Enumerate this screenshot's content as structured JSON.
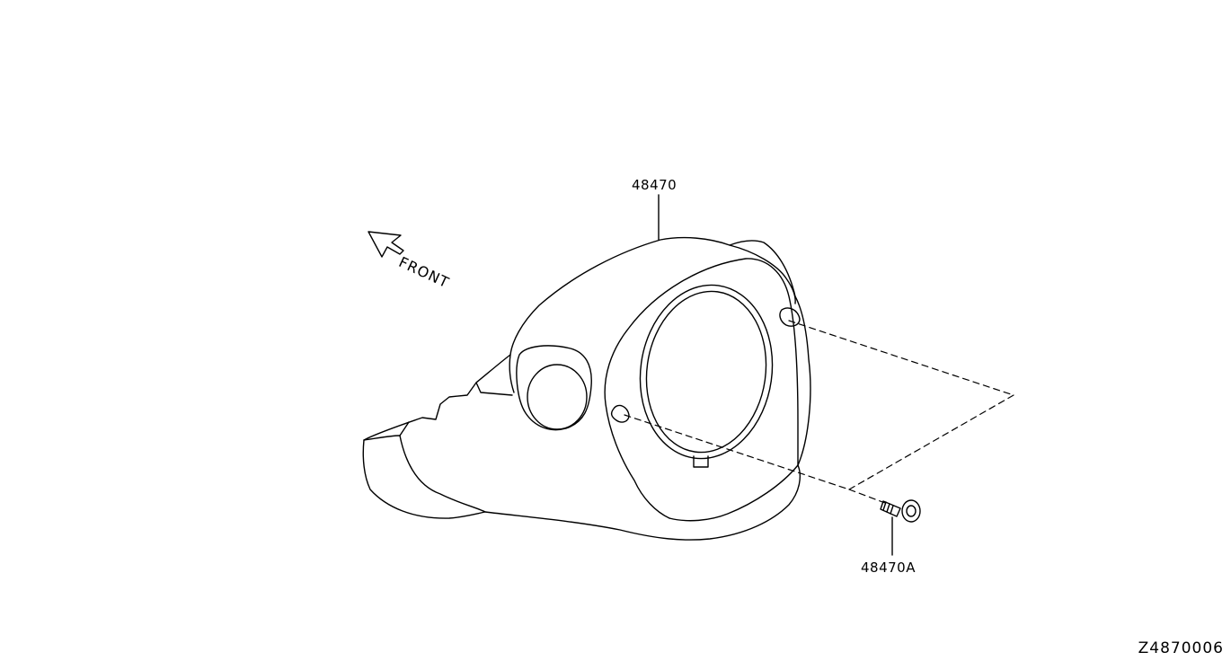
{
  "labels": {
    "main_part": "48470",
    "screw_part": "48470A",
    "direction": "FRONT",
    "diagram_code": "Z4870006"
  },
  "colors": {
    "line": "#000000",
    "background": "#ffffff"
  }
}
